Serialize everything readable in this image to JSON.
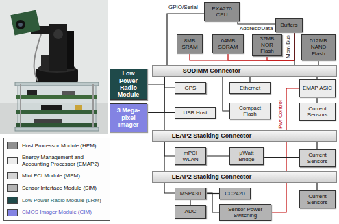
{
  "diagram": {
    "nodes": [
      {
        "text": [
          "PXA270 CPU"
        ]
      },
      {
        "text": [
          "Buffers"
        ]
      },
      {
        "text": [
          "8MB SRAM"
        ]
      },
      {
        "text": [
          "64MB SDRAM"
        ]
      },
      {
        "text": [
          "32MB NOR Flash"
        ]
      },
      {
        "text": [
          "512MB NAND Flash"
        ]
      },
      {
        "text": [
          "SODIMM Connector"
        ]
      },
      {
        "text": [
          "Low Power Radio Module"
        ]
      },
      {
        "text": [
          "GPS"
        ]
      },
      {
        "text": [
          "Ethernet"
        ]
      },
      {
        "text": [
          "EMAP ASIC"
        ]
      },
      {
        "text": [
          "3 Mega-pixel Imager"
        ]
      },
      {
        "text": [
          "USB Host"
        ]
      },
      {
        "text": [
          "Compact Flash"
        ]
      },
      {
        "text": [
          "Current Sensors"
        ]
      },
      {
        "text": [
          "LEAP2 Stacking Connector"
        ]
      },
      {
        "text": [
          "mPCI WLAN"
        ]
      },
      {
        "text": [
          "µWatt Bridge"
        ]
      },
      {
        "text": [
          "Current Sensors"
        ]
      },
      {
        "text": [
          "LEAP2 Stacking Connector"
        ]
      },
      {
        "text": [
          "MSP430"
        ]
      },
      {
        "text": [
          "CC2420"
        ]
      },
      {
        "text": [
          "Current Sensors"
        ]
      },
      {
        "text": [
          "ADC"
        ]
      },
      {
        "text": [
          "Sensor Power Switching"
        ]
      }
    ],
    "edges": [
      {
        "from": 0,
        "to": 6,
        "arrow": "none"
      },
      {
        "from": 0,
        "to": 1,
        "arrow": "none"
      },
      {
        "from": 2,
        "to": 1,
        "arrow": "none"
      },
      {
        "from": 3,
        "to": 1,
        "arrow": "none"
      },
      {
        "from": 4,
        "to": 1,
        "arrow": "none"
      },
      {
        "from": 1,
        "to": 6,
        "arrow": "none"
      },
      {
        "from": 5,
        "to": 6,
        "arrow": "none"
      },
      {
        "from": 7,
        "to": 6,
        "arrow": "none"
      },
      {
        "from": 8,
        "to": 6,
        "arrow": "none"
      },
      {
        "from": 9,
        "to": 6,
        "arrow": "none"
      },
      {
        "from": 10,
        "to": 6,
        "arrow": "none"
      },
      {
        "from": 11,
        "to": 12,
        "arrow": "none"
      },
      {
        "from": 12,
        "to": 6,
        "arrow": "none"
      },
      {
        "from": 13,
        "to": 6,
        "arrow": "none"
      },
      {
        "from": 14,
        "to": 10,
        "arrow": "none"
      },
      {
        "from": 10,
        "to": 24,
        "arrow": "none"
      },
      {
        "from": 15,
        "to": 6,
        "arrow": "none"
      },
      {
        "from": 16,
        "to": 15,
        "arrow": "none"
      },
      {
        "from": 17,
        "to": 16,
        "arrow": "none"
      },
      {
        "from": 17,
        "to": 18,
        "arrow": "none"
      },
      {
        "from": 18,
        "to": 15,
        "arrow": "none"
      },
      {
        "from": 19,
        "to": 15,
        "arrow": "none"
      },
      {
        "from": 20,
        "to": 19,
        "arrow": "none"
      },
      {
        "from": 21,
        "to": 20,
        "arrow": "none"
      },
      {
        "from": 23,
        "to": 20,
        "arrow": "none"
      },
      {
        "from": 24,
        "to": 20,
        "arrow": "none"
      },
      {
        "from": 22,
        "to": 19,
        "arrow": "none"
      }
    ],
    "labels": [
      "GPIO/Serial",
      "Address/Data",
      "Mem Bus",
      "Pwr Control"
    ],
    "legend": [
      {
        "text": "Host Processor Module (HPM)",
        "color": "#8f8f8f"
      },
      {
        "text": "Energy Management and Accounting Processor (EMAP2)",
        "color": "#ececec"
      },
      {
        "text": "Mini PCI Module (MPM)",
        "color": "#d4d4d4"
      },
      {
        "text": "Sensor Interface Module (SIM)",
        "color": "#b3b3b3"
      },
      {
        "text": "Low Power Radio Module (LRM)",
        "color": "#1f4a4a"
      },
      {
        "text": "CMOS Imager Module (CIM)",
        "color": "#8383e3"
      }
    ]
  }
}
